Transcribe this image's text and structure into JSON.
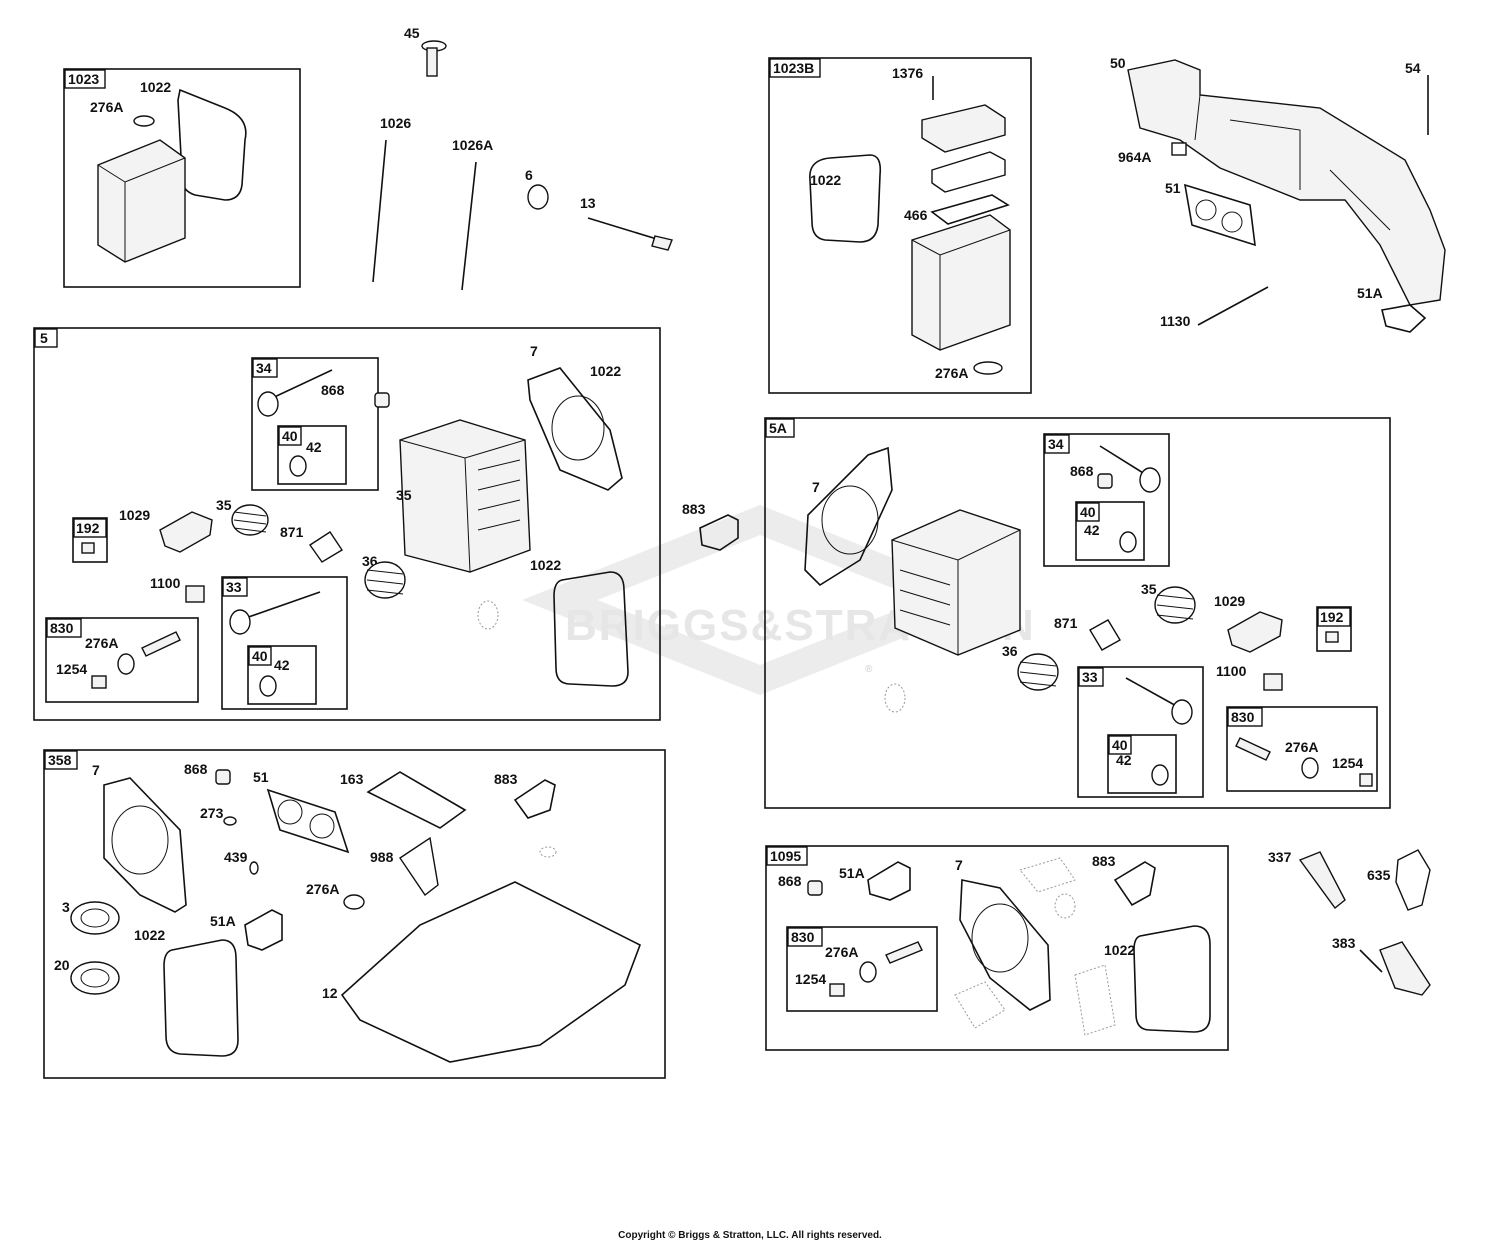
{
  "watermark": {
    "text": "BRIGGS&STRATTON",
    "trademark": "®"
  },
  "copyright": "Copyright © Briggs & Stratton, LLC. All rights reserved.",
  "labels": {
    "b1023": "1023",
    "l1022a": "1022",
    "l276a_a": "276A",
    "l45": "45",
    "l1026": "1026",
    "l1026a": "1026A",
    "l6": "6",
    "l13": "13",
    "b1023b": "1023B",
    "l1376": "1376",
    "l1022b": "1022",
    "l466": "466",
    "l276a_b": "276A",
    "l50": "50",
    "l54": "54",
    "l964a": "964A",
    "l51_top": "51",
    "l51a_top": "51A",
    "l1130": "1130",
    "b5": "5",
    "b34": "34",
    "l868_5": "868",
    "b40": "40",
    "l42": "42",
    "l7_5": "7",
    "l1022_5": "1022",
    "l35_5": "35",
    "l35b_5": "35",
    "b192": "192",
    "l1029": "1029",
    "l871": "871",
    "l1100": "1100",
    "b33": "33",
    "l36": "36",
    "l1022_5b": "1022",
    "b830": "830",
    "l276a_830": "276A",
    "l1254": "1254",
    "b40b": "40",
    "l42b": "42",
    "l883": "883",
    "b5a": "5A",
    "l7_5a": "7",
    "b34a": "34",
    "l868_5a": "868",
    "b40c": "40",
    "l42c": "42",
    "l35_5a": "35",
    "l1029a": "1029",
    "b192a": "192",
    "l871a": "871",
    "l36a": "36",
    "l1100a": "1100",
    "b33a": "33",
    "b40d": "40",
    "l42d": "42",
    "b830a": "830",
    "l276a_830a": "276A",
    "l1254a": "1254",
    "b358": "358",
    "l7_358": "7",
    "l868_358": "868",
    "l51_358": "51",
    "l163": "163",
    "l883_358": "883",
    "l273": "273",
    "l439": "439",
    "l988": "988",
    "l276a_358": "276A",
    "l3": "3",
    "l1022_358": "1022",
    "l51a_358": "51A",
    "l20": "20",
    "l12": "12",
    "b1095": "1095",
    "l868_1095": "868",
    "l51a_1095": "51A",
    "l7_1095": "7",
    "l883_1095": "883",
    "b830b": "830",
    "l276a_1095": "276A",
    "l1254_1095": "1254",
    "l1022_1095": "1022",
    "l337": "337",
    "l635": "635",
    "l383": "383"
  }
}
